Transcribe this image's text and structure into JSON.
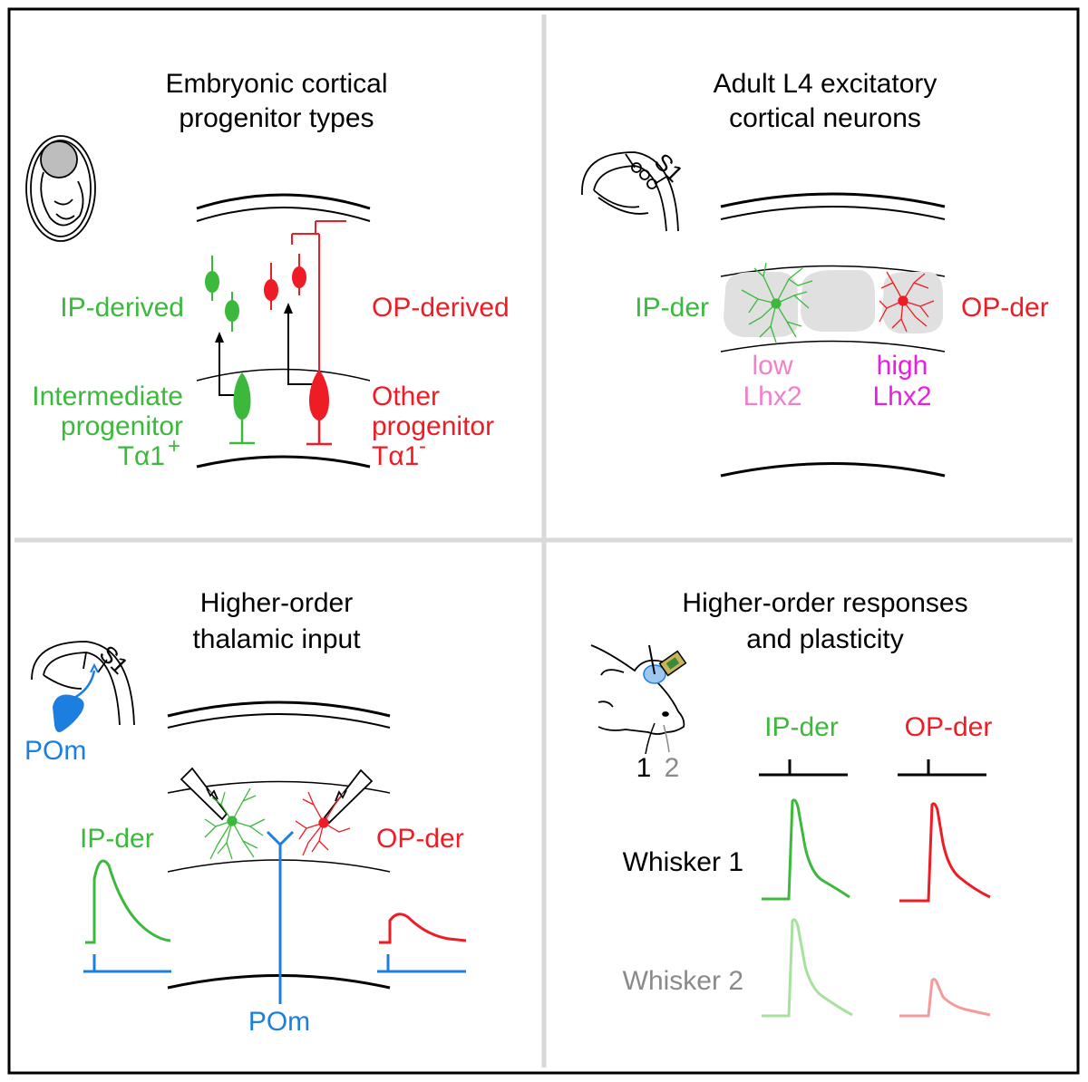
{
  "colors": {
    "green": "#3cb93c",
    "red": "#ee1c25",
    "blue": "#1c7fe0",
    "pink": "#f080c8",
    "magenta": "#e81ee0",
    "gray": "#8a8a8a",
    "light_green": "#a8e0a0",
    "light_red": "#f59a9a",
    "divider": "#d9d9d9"
  },
  "panel1": {
    "title_line1": "Embryonic cortical",
    "title_line2": "progenitor types",
    "ip_derived": "IP-derived",
    "op_derived": "OP-derived",
    "ip_line1": "Intermediate",
    "ip_line2": "progenitor",
    "ip_line3": "Tα1",
    "ip_sup": "+",
    "op_line1": "Other",
    "op_line2": "progenitor",
    "op_line3": "Tα1",
    "op_sup": "-",
    "icon": "embryo-icon"
  },
  "panel2": {
    "title_line1": "Adult L4 excitatory",
    "title_line2": "cortical neurons",
    "region": "S1",
    "ip_der": "IP-der",
    "op_der": "OP-der",
    "low_line1": "low",
    "low_line2": "Lhx2",
    "high_line1": "high",
    "high_line2": "Lhx2",
    "icon": "brain-section-icon"
  },
  "panel3": {
    "title_line1": "Higher-order",
    "title_line2": "thalamic input",
    "region": "S1",
    "pom_icon_label": "POm",
    "ip_der": "IP-der",
    "op_der": "OP-der",
    "pom_axon_label": "POm",
    "icon": "brain-section-icon"
  },
  "panel4": {
    "title_line1": "Higher-order responses",
    "title_line2": "and plasticity",
    "ip_der": "IP-der",
    "op_der": "OP-der",
    "whisker1_num": "1",
    "whisker2_num": "2",
    "whisker1": "Whisker 1",
    "whisker2": "Whisker 2",
    "icon": "mouse-head-icon"
  }
}
